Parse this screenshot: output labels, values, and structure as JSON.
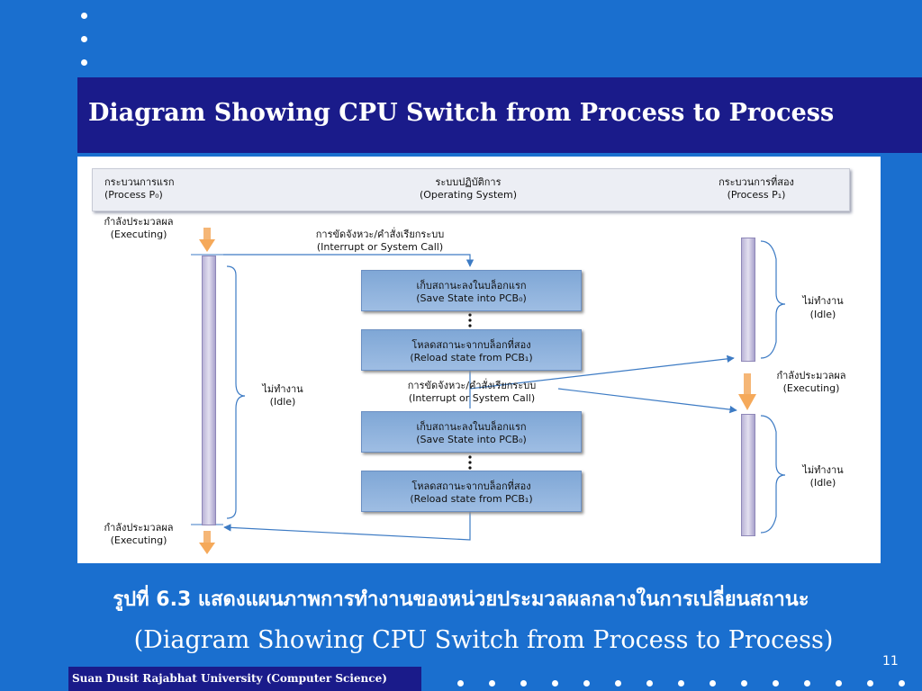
{
  "slide": {
    "title": "Diagram Showing CPU Switch from Process to Process",
    "caption_thai": "รูปที่ 6.3 แสดงแผนภาพการทำงานของหน่วยประมวลผลกลางในการเปลี่ยนสถานะ",
    "caption_en": "(Diagram Showing CPU Switch from Process to Process)",
    "page_number": "11",
    "footer": "Suan Dusit Rajabhat University (Computer Science)"
  },
  "diagram": {
    "header": {
      "left_thai": "กระบวนการแรก",
      "left_en": "(Process P₀)",
      "center_thai": "ระบบปฏิบัติการ",
      "center_en": "(Operating System)",
      "right_thai": "กระบวนการที่สอง",
      "right_en": "(Process P₁)"
    },
    "executing_thai": "กำลังประมวลผล",
    "executing_en": "(Executing)",
    "idle_thai": "ไม่ทำงาน",
    "idle_en": "(Idle)",
    "interrupt_thai": "การขัดจังหวะ/คำสั่งเรียกระบบ",
    "interrupt_en": "(Interrupt or System Call)",
    "save_thai": "เก็บสถานะลงในบล็อกแรก",
    "save_en": "(Save State into PCB₀)",
    "reload_thai": "โหลดสถานะจากบล็อกที่สอง",
    "reload_en": "(Reload state from PCB₁)"
  },
  "colors": {
    "background": "#1a6fcf",
    "title_bar": "#1a1b8a",
    "state_box": "#8fb2dd",
    "arrow": "#3d7bc4",
    "executing_arrow": "#f5a95a"
  }
}
